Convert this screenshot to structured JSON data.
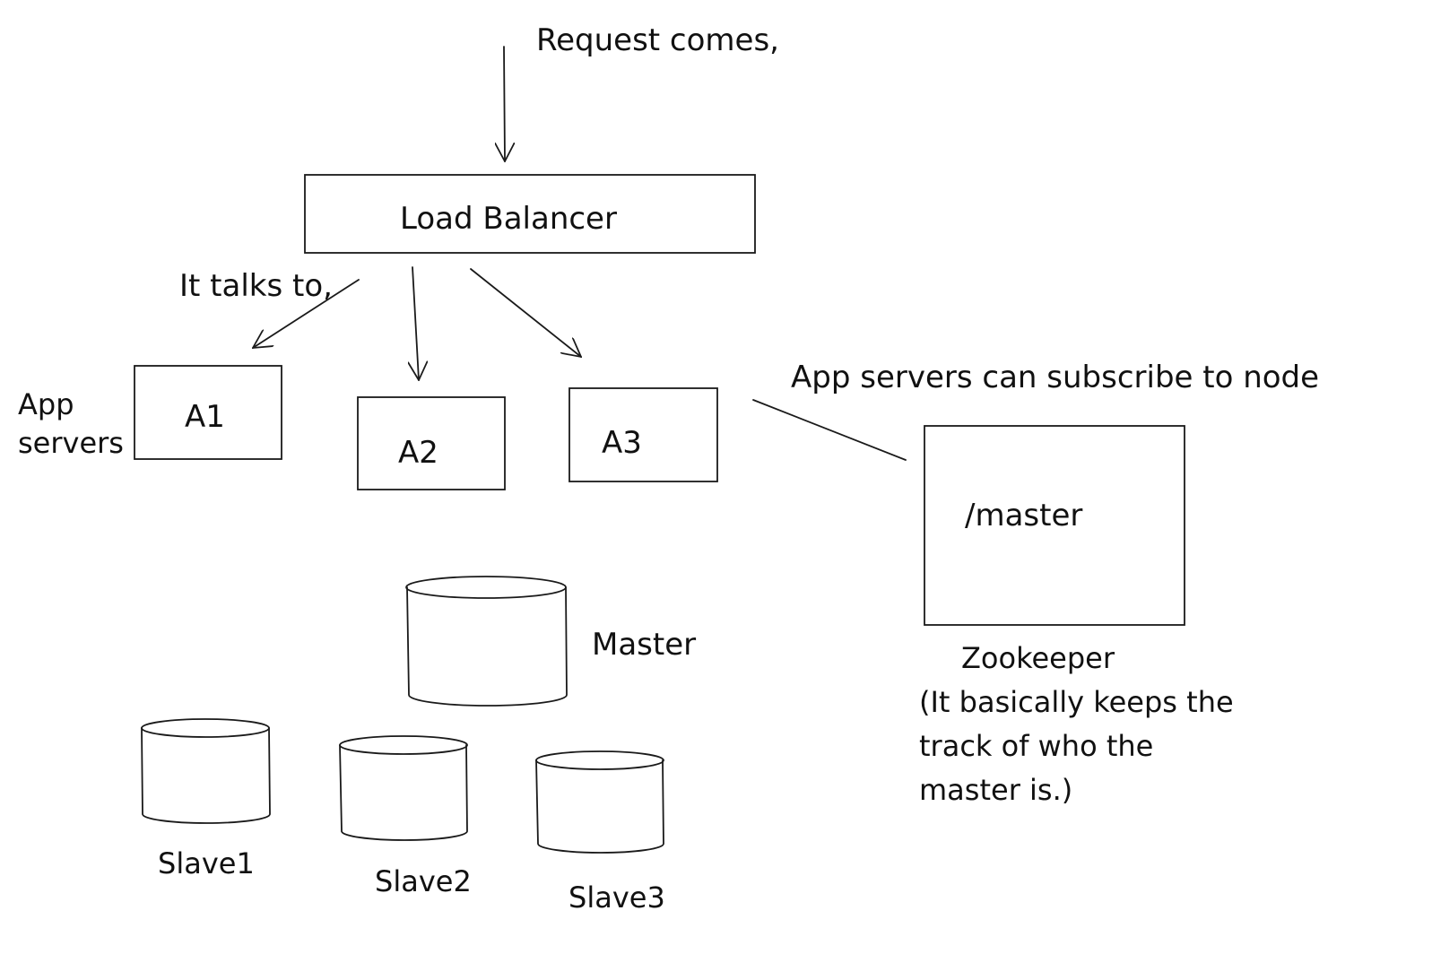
{
  "annotations": {
    "request": "Request comes,",
    "talks_to": "It talks to,",
    "app_servers_line1": "App",
    "app_servers_line2": "servers",
    "subscribe": "App servers can subscribe to node"
  },
  "load_balancer": {
    "label": "Load Balancer"
  },
  "app_servers": [
    {
      "label": "A1"
    },
    {
      "label": "A2"
    },
    {
      "label": "A3"
    }
  ],
  "zookeeper": {
    "node_label": "/master",
    "title": "Zookeeper",
    "description_lines": [
      "(It basically keeps the",
      "track of who the",
      "master is.)"
    ]
  },
  "databases": {
    "master": {
      "label": "Master"
    },
    "slaves": [
      {
        "label": "Slave1"
      },
      {
        "label": "Slave2"
      },
      {
        "label": "Slave3"
      }
    ]
  },
  "colors": {
    "ink": "#1a1a1a",
    "background": "#ffffff"
  }
}
